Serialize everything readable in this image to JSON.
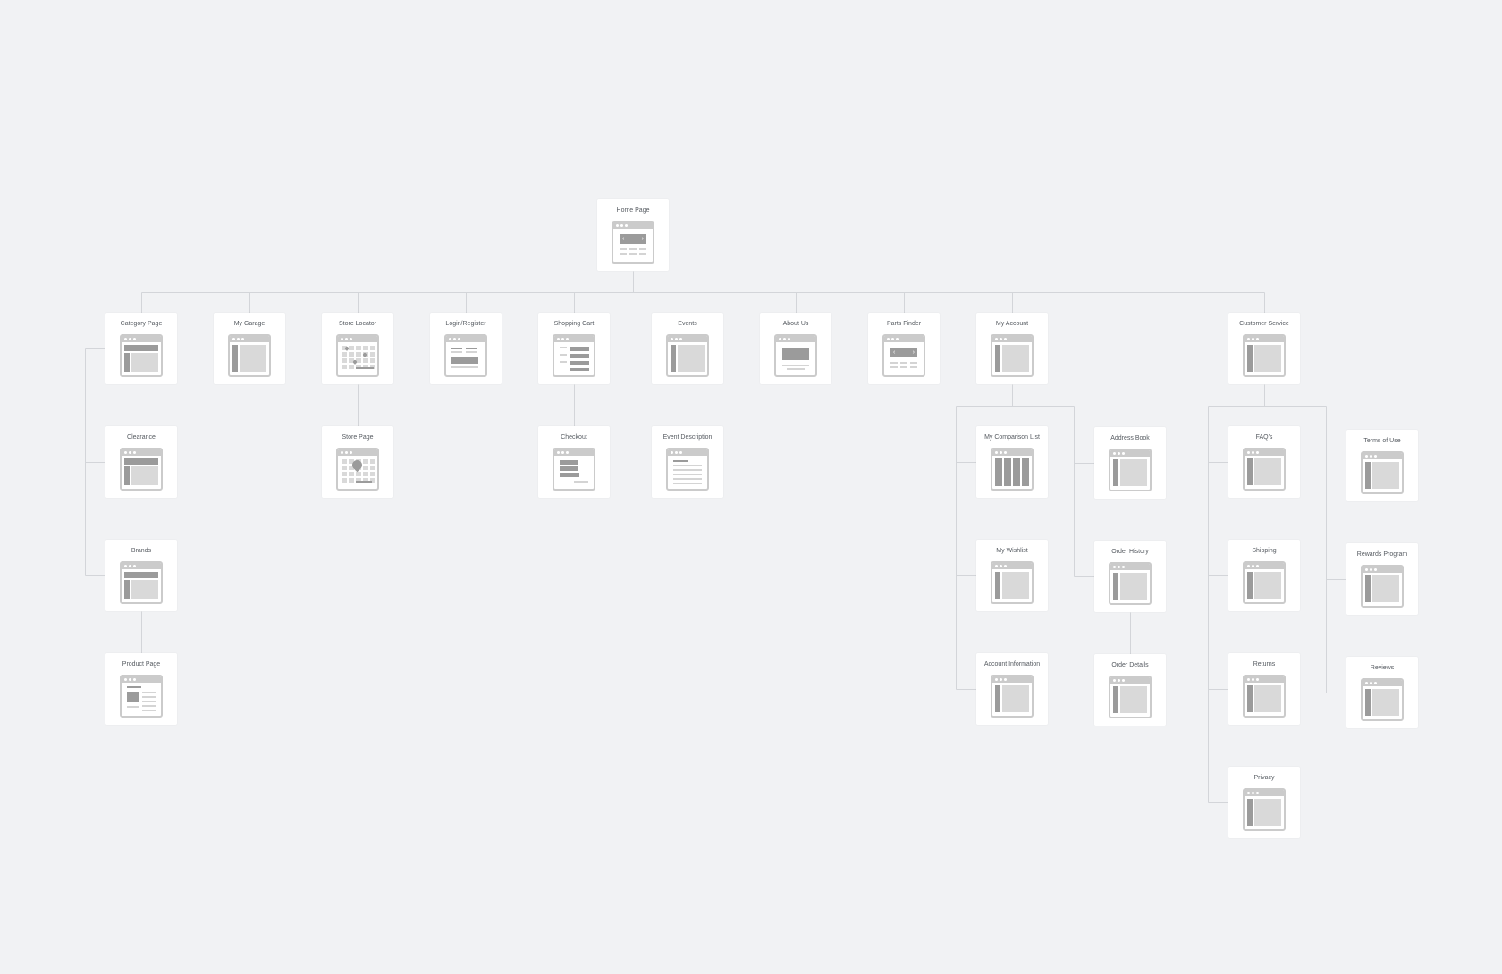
{
  "diagram": {
    "nodes": [
      {
        "id": "home",
        "label": "Home Page",
        "icon": "slider-wireframe-icon"
      },
      {
        "id": "category",
        "label": "Category Page",
        "icon": "banner-sidebar-wireframe-icon"
      },
      {
        "id": "garage",
        "label": "My Garage",
        "icon": "sidebar-wireframe-icon"
      },
      {
        "id": "storelocator",
        "label": "Store Locator",
        "icon": "map-pins-wireframe-icon"
      },
      {
        "id": "login",
        "label": "Login/Register",
        "icon": "form-wireframe-icon"
      },
      {
        "id": "cart",
        "label": "Shopping Cart",
        "icon": "list-wireframe-icon"
      },
      {
        "id": "events",
        "label": "Events",
        "icon": "sidebar-wireframe-icon"
      },
      {
        "id": "about",
        "label": "About Us",
        "icon": "text-block-wireframe-icon"
      },
      {
        "id": "partsfinder",
        "label": "Parts Finder",
        "icon": "slider-wireframe-icon"
      },
      {
        "id": "account",
        "label": "My Account",
        "icon": "sidebar-wireframe-icon"
      },
      {
        "id": "service",
        "label": "Customer Service",
        "icon": "sidebar-wireframe-icon"
      },
      {
        "id": "clearance",
        "label": "Clearance",
        "icon": "banner-sidebar-wireframe-icon"
      },
      {
        "id": "brands",
        "label": "Brands",
        "icon": "banner-sidebar-wireframe-icon"
      },
      {
        "id": "product",
        "label": "Product Page",
        "icon": "product-wireframe-icon"
      },
      {
        "id": "storepage",
        "label": "Store Page",
        "icon": "map-pin-wireframe-icon"
      },
      {
        "id": "checkout",
        "label": "Checkout",
        "icon": "checkout-wireframe-icon"
      },
      {
        "id": "eventdesc",
        "label": "Event Description",
        "icon": "article-wireframe-icon"
      },
      {
        "id": "comparison",
        "label": "My Comparison List",
        "icon": "columns-wireframe-icon"
      },
      {
        "id": "wishlist",
        "label": "My Wishlist",
        "icon": "sidebar-wireframe-icon"
      },
      {
        "id": "accountinfo",
        "label": "Account Information",
        "icon": "sidebar-wireframe-icon"
      },
      {
        "id": "addressbook",
        "label": "Address Book",
        "icon": "sidebar-wireframe-icon"
      },
      {
        "id": "orderhistory",
        "label": "Order History",
        "icon": "sidebar-wireframe-icon"
      },
      {
        "id": "orderdetails",
        "label": "Order Details",
        "icon": "sidebar-wireframe-icon"
      },
      {
        "id": "faq",
        "label": "FAQ's",
        "icon": "sidebar-wireframe-icon"
      },
      {
        "id": "shipping",
        "label": "Shipping",
        "icon": "sidebar-wireframe-icon"
      },
      {
        "id": "returns",
        "label": "Returns",
        "icon": "sidebar-wireframe-icon"
      },
      {
        "id": "privacy",
        "label": "Privacy",
        "icon": "sidebar-wireframe-icon"
      },
      {
        "id": "terms",
        "label": "Terms of Use",
        "icon": "sidebar-wireframe-icon"
      },
      {
        "id": "rewards",
        "label": "Rewards Program",
        "icon": "sidebar-wireframe-icon"
      },
      {
        "id": "reviews",
        "label": "Reviews",
        "icon": "sidebar-wireframe-icon"
      }
    ],
    "edges": [
      [
        "home",
        "category"
      ],
      [
        "home",
        "garage"
      ],
      [
        "home",
        "storelocator"
      ],
      [
        "home",
        "login"
      ],
      [
        "home",
        "cart"
      ],
      [
        "home",
        "events"
      ],
      [
        "home",
        "about"
      ],
      [
        "home",
        "partsfinder"
      ],
      [
        "home",
        "account"
      ],
      [
        "home",
        "service"
      ],
      [
        "category",
        "clearance"
      ],
      [
        "category",
        "brands"
      ],
      [
        "brands",
        "product"
      ],
      [
        "storelocator",
        "storepage"
      ],
      [
        "cart",
        "checkout"
      ],
      [
        "events",
        "eventdesc"
      ],
      [
        "account",
        "comparison"
      ],
      [
        "account",
        "wishlist"
      ],
      [
        "account",
        "accountinfo"
      ],
      [
        "account",
        "addressbook"
      ],
      [
        "account",
        "orderhistory"
      ],
      [
        "orderhistory",
        "orderdetails"
      ],
      [
        "service",
        "faq"
      ],
      [
        "service",
        "shipping"
      ],
      [
        "service",
        "returns"
      ],
      [
        "service",
        "privacy"
      ],
      [
        "service",
        "terms"
      ],
      [
        "service",
        "rewards"
      ],
      [
        "service",
        "reviews"
      ]
    ]
  }
}
